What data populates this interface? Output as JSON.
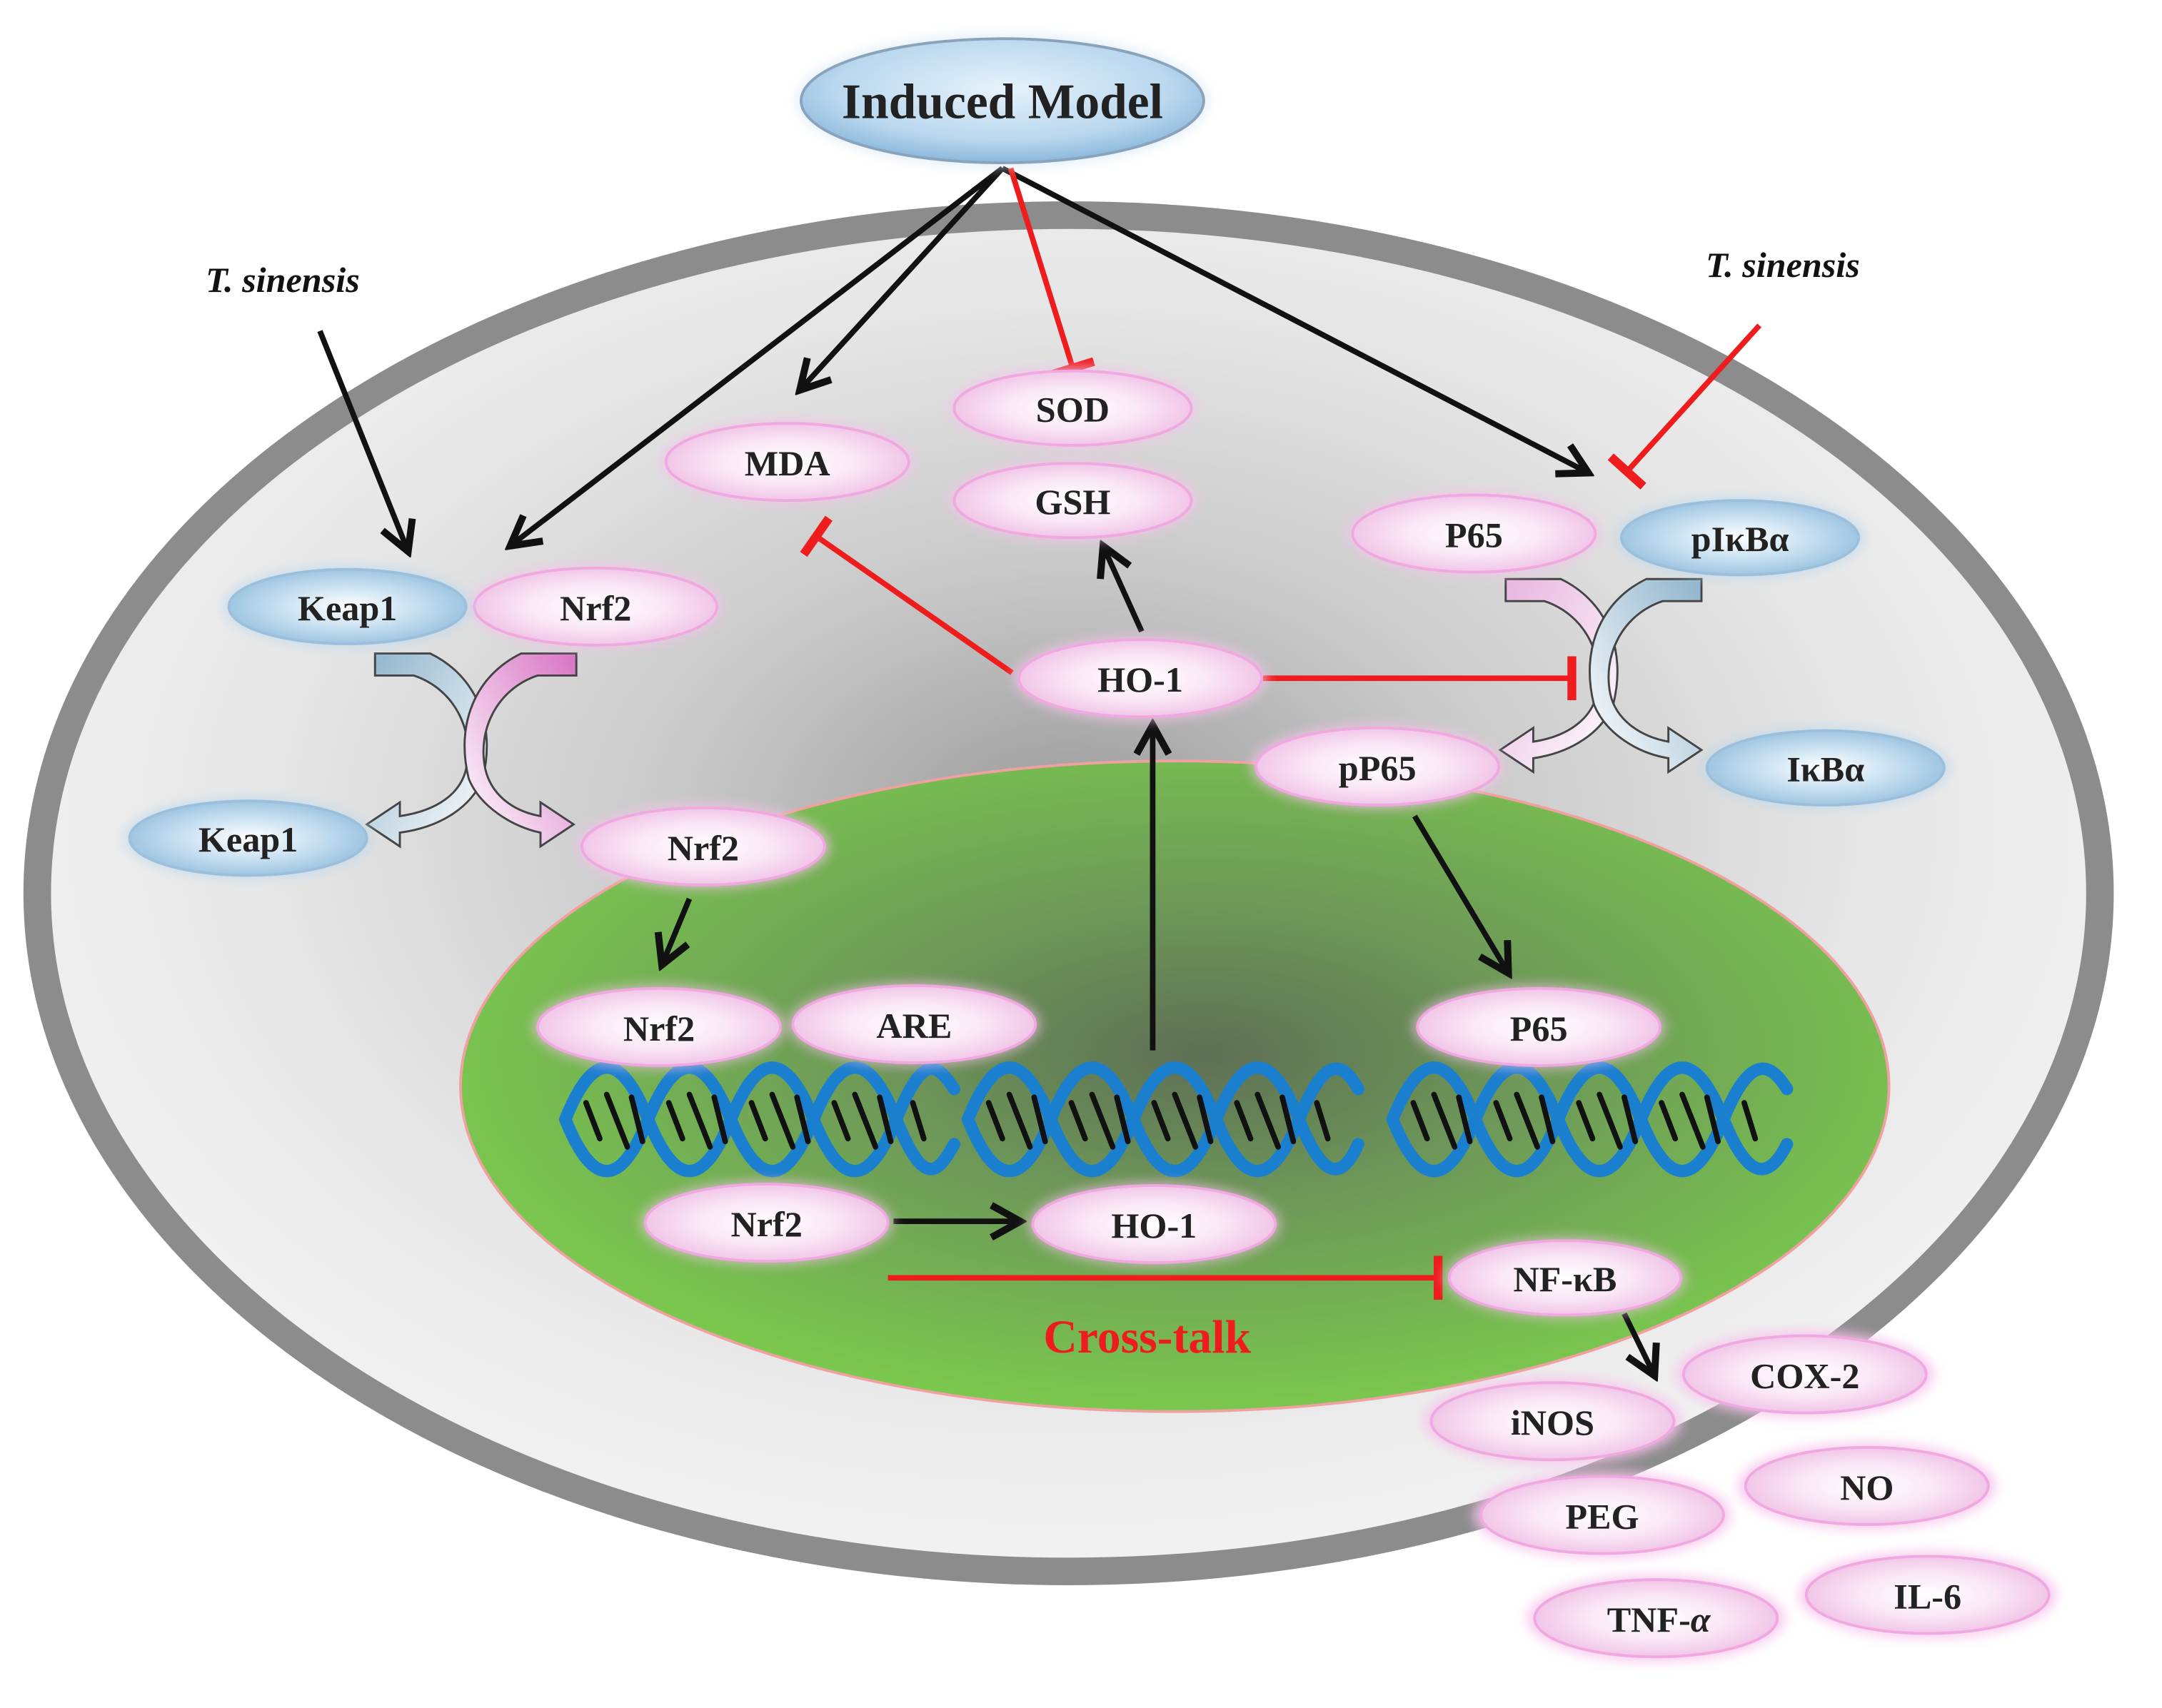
{
  "title": "Induced Model",
  "herbs": {
    "left": "T. sinensis",
    "right": "T. sinensis"
  },
  "cytoplasm": {
    "mda": "MDA",
    "sod": "SOD",
    "gsh": "GSH",
    "ho1": "HO-1",
    "keap1_bound": "Keap1",
    "nrf2_bound": "Nrf2",
    "keap1_free": "Keap1",
    "nrf2_free": "Nrf2",
    "p65": "P65",
    "pikba": "pIκBα",
    "pp65": "pP65",
    "ikba": "IκBα"
  },
  "nucleus": {
    "nrf2": "Nrf2",
    "are": "ARE",
    "p65": "P65",
    "nrf2_lower": "Nrf2",
    "ho1": "HO-1",
    "nfkb": "NF-κB",
    "crosstalk": "Cross-talk"
  },
  "mediators": {
    "cox2": "COX-2",
    "inos": "iNOS",
    "no": "NO",
    "peg": "PEG",
    "tnf_prefix": "TNF-",
    "tnf_greek": "α",
    "il6": "IL-6"
  },
  "colors": {
    "activation": "#111111",
    "inhibition": "#ee1c1c",
    "pink_node": "#f6d4ee",
    "blue_node": "#a9cde6",
    "nucleus": "#77bf50",
    "cell_border": "#8c8c8c",
    "dna": "#1b7fcf"
  }
}
